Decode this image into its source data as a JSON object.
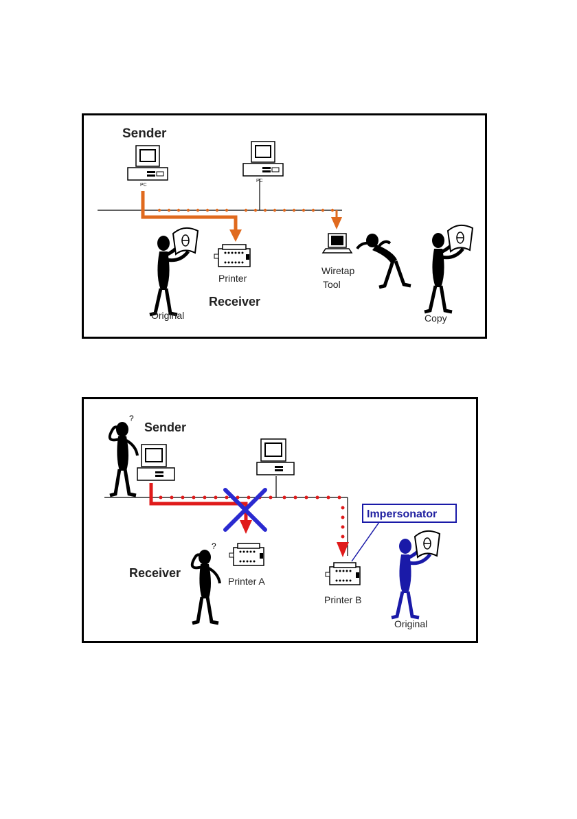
{
  "diagram1": {
    "sender_label": "Sender",
    "receiver_label": "Receiver",
    "printer_label": "Printer",
    "wiretap_label_line1": "Wiretap",
    "wiretap_label_line2": "Tool",
    "original_label": "Original",
    "copy_label": "Copy",
    "pc_tag": "PC",
    "accent_color": "#e06a1e"
  },
  "diagram2": {
    "sender_label": "Sender",
    "receiver_label": "Receiver",
    "printer_a_label": "Printer A",
    "printer_b_label": "Printer B",
    "impersonator_label": "Impersonator",
    "original_label": "Original",
    "accent_color": "#e01b1b",
    "impersonator_color": "#1a1aa8"
  }
}
